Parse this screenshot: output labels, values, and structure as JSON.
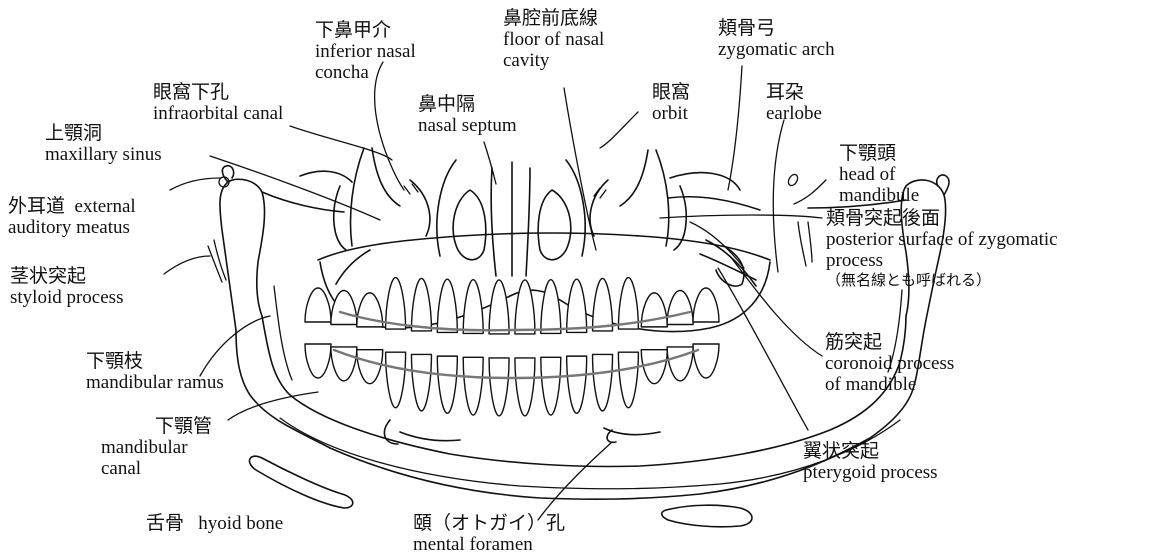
{
  "labels": {
    "inferior_nasal_concha": {
      "jp": "下鼻甲介",
      "en1": "inferior nasal",
      "en2": "concha"
    },
    "nasal_cavity_floor": {
      "jp": "鼻腔前底線",
      "en1": "floor of nasal",
      "en2": "cavity"
    },
    "zygomatic_arch": {
      "jp": "頬骨弓",
      "en": "zygomatic arch"
    },
    "infraorbital_canal": {
      "jp": "眼窩下孔",
      "en": "infraorbital canal"
    },
    "nasal_septum": {
      "jp": "鼻中隔",
      "en": "nasal septum"
    },
    "orbit": {
      "jp": "眼窩",
      "en": "orbit"
    },
    "earlobe": {
      "jp": "耳朶",
      "en": "earlobe"
    },
    "maxillary_sinus": {
      "jp": "上顎洞",
      "en": "maxillary sinus"
    },
    "head_of_mandible": {
      "jp": "下顎頭",
      "en1": "head of",
      "en2": "mandibule"
    },
    "external_auditory_meatus": {
      "jp": "外耳道",
      "en1": "external",
      "en2": "auditory meatus"
    },
    "zygomatic_posterior_surface": {
      "jp": "頬骨突起後面",
      "en1": "posterior surface of zygomatic",
      "en2": "process",
      "note": "（無名線とも呼ばれる）"
    },
    "styloid_process": {
      "jp": "茎状突起",
      "en": "styloid process"
    },
    "coronoid_process": {
      "jp": "筋突起",
      "en1": "coronoid process",
      "en2": "of mandible"
    },
    "mandibular_ramus": {
      "jp": "下顎枝",
      "en": "mandibular ramus"
    },
    "mandibular_canal": {
      "jp": "下顎管",
      "en1": "mandibular",
      "en2": "canal"
    },
    "pterygoid_process": {
      "jp": "翼状突起",
      "en": "pterygoid process"
    },
    "hyoid_bone": {
      "jp": "舌骨",
      "en": "hyoid bone"
    },
    "mental_foramen": {
      "jp": "頤（オトガイ）孔",
      "en": "mental foramen"
    }
  },
  "colors": {
    "line": "#111111",
    "occlusal_guide": "#777777",
    "background": "#ffffff"
  }
}
